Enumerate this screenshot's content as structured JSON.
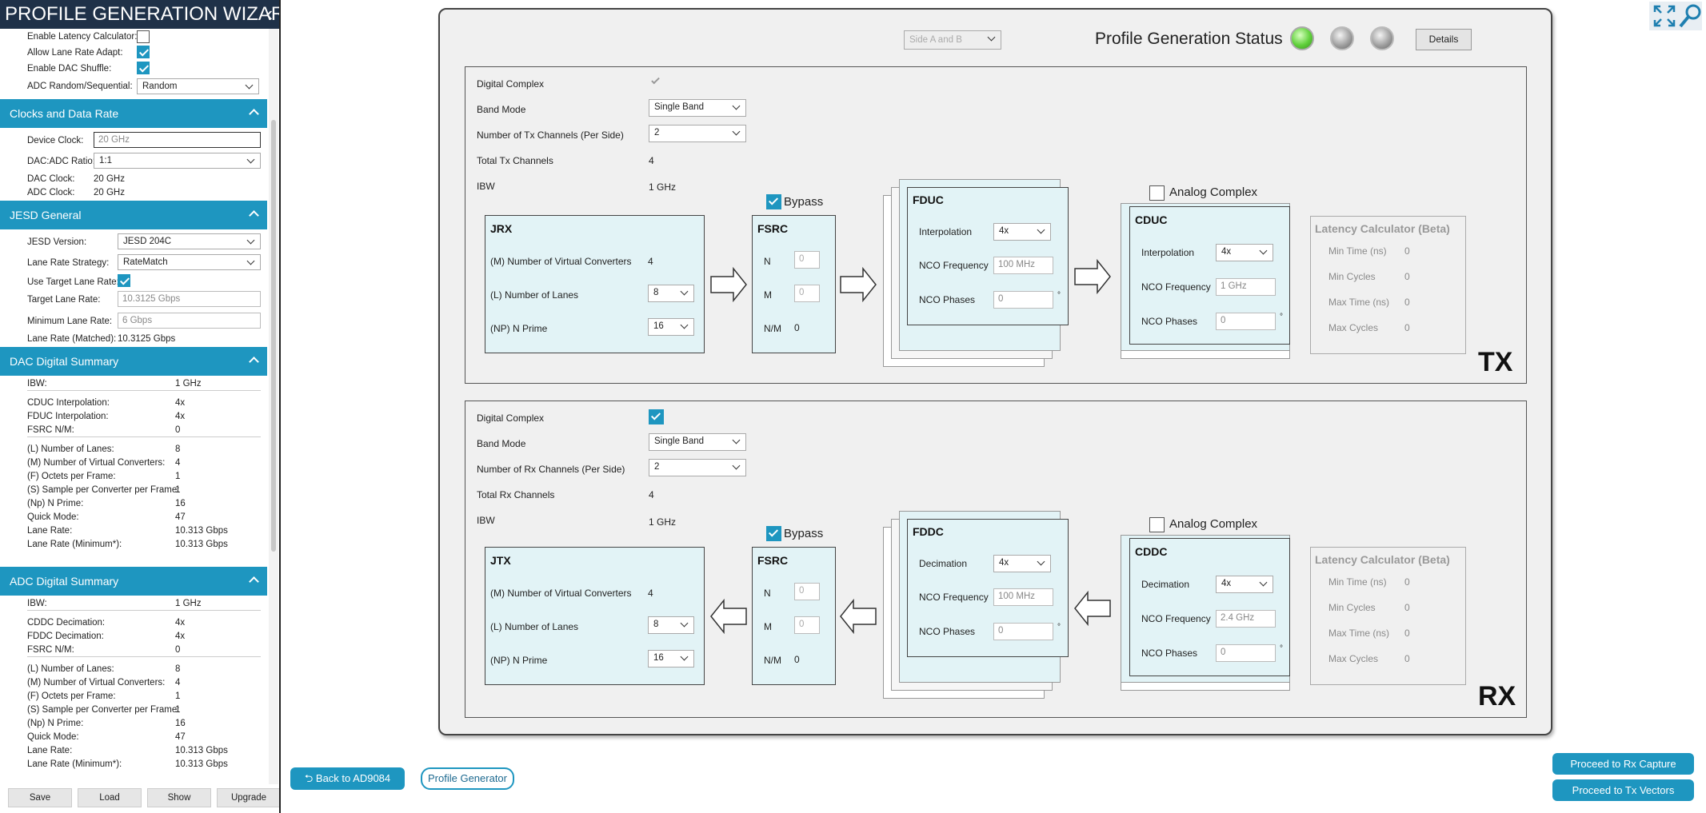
{
  "sidebar": {
    "title": "PROFILE GENERATION WIZARD",
    "top": {
      "enable_latency": "Enable Latency Calculator:",
      "allow_lane": "Allow Lane Rate Adapt:",
      "enable_dac_shuffle": "Enable DAC Shuffle:",
      "adc_random_label": "ADC Random/Sequential:",
      "adc_random_value": "Random"
    },
    "clocks": {
      "header": "Clocks and Data Rate",
      "device_clock_label": "Device Clock:",
      "device_clock_value": "20 GHz",
      "ratio_label": "DAC:ADC Ratio:",
      "ratio_value": "1:1",
      "dac_clock_label": "DAC Clock:",
      "dac_clock_value": "20 GHz",
      "adc_clock_label": "ADC Clock:",
      "adc_clock_value": "20 GHz"
    },
    "jesd": {
      "header": "JESD General",
      "version_label": "JESD Version:",
      "version_value": "JESD 204C",
      "strategy_label": "Lane Rate Strategy:",
      "strategy_value": "RateMatch",
      "use_target_label": "Use Target Lane Rate:",
      "target_label": "Target Lane Rate:",
      "target_value": "10.3125 Gbps",
      "min_label": "Minimum Lane Rate:",
      "min_value": "6 Gbps",
      "matched_label": "Lane Rate (Matched):",
      "matched_value": "10.3125 Gbps"
    },
    "dac": {
      "header": "DAC Digital Summary",
      "rows": [
        [
          "IBW:",
          "1 GHz"
        ],
        [
          "CDUC Interpolation:",
          "4x"
        ],
        [
          "FDUC Interpolation:",
          "4x"
        ],
        [
          "FSRC N/M:",
          "0"
        ],
        [
          "(L) Number of Lanes:",
          "8"
        ],
        [
          "(M) Number of Virtual Converters:",
          "4"
        ],
        [
          "(F) Octets per Frame:",
          "1"
        ],
        [
          "(S) Sample per Converter per Frame:",
          "1"
        ],
        [
          "(Np) N Prime:",
          "16"
        ],
        [
          "Quick Mode:",
          "47"
        ],
        [
          "Lane Rate:",
          "10.313 Gbps"
        ],
        [
          "Lane Rate (Minimum*):",
          "10.313 Gbps"
        ]
      ]
    },
    "adc": {
      "header": "ADC Digital Summary",
      "rows": [
        [
          "IBW:",
          "1 GHz"
        ],
        [
          "CDDC Decimation:",
          "4x"
        ],
        [
          "FDDC Decimation:",
          "4x"
        ],
        [
          "FSRC N/M:",
          "0"
        ],
        [
          "(L) Number of Lanes:",
          "8"
        ],
        [
          "(M) Number of Virtual Converters:",
          "4"
        ],
        [
          "(F) Octets per Frame:",
          "1"
        ],
        [
          "(S) Sample per Converter per Frame:",
          "1"
        ],
        [
          "(Np) N Prime:",
          "16"
        ],
        [
          "Quick Mode:",
          "47"
        ],
        [
          "Lane Rate:",
          "10.313 Gbps"
        ],
        [
          "Lane Rate (Minimum*):",
          "10.313 Gbps"
        ]
      ]
    },
    "buttons": [
      "Save",
      "Load",
      "Show",
      "Upgrade"
    ]
  },
  "header": {
    "side_select": "Side A and B",
    "status_label": "Profile Generation Status",
    "details": "Details"
  },
  "tx": {
    "digital_complex": "Digital Complex",
    "band_mode_label": "Band Mode",
    "band_mode_value": "Single Band",
    "channels_label": "Number of Tx Channels (Per Side)",
    "channels_value": "2",
    "total_label": "Total Tx Channels",
    "total_value": "4",
    "ibw_label": "IBW",
    "ibw_value": "1 GHz",
    "bypass": "Bypass",
    "analog_complex": "Analog Complex",
    "jrx": {
      "title": "JRX",
      "m_label": "(M) Number of Virtual Converters",
      "m_value": "4",
      "l_label": "(L) Number of Lanes",
      "l_value": "8",
      "np_label": "(NP) N Prime",
      "np_value": "16"
    },
    "fsrc": {
      "title": "FSRC",
      "n": "N",
      "m": "M",
      "nm": "N/M",
      "n_val": "0",
      "m_val": "0",
      "nm_val": "0"
    },
    "fduc": {
      "title": "FDUC",
      "interp_label": "Interpolation",
      "interp_value": "4x",
      "nco_freq_label": "NCO Frequency",
      "nco_freq_value": "100 MHz",
      "nco_phase_label": "NCO Phases",
      "nco_phase_value": "0"
    },
    "cduc": {
      "title": "CDUC",
      "interp_label": "Interpolation",
      "interp_value": "4x",
      "nco_freq_label": "NCO Frequency",
      "nco_freq_value": "1 GHz",
      "nco_phase_label": "NCO Phases",
      "nco_phase_value": "0"
    },
    "latency": {
      "title": "Latency Calculator (Beta)",
      "rows": [
        [
          "Min Time (ns)",
          "0"
        ],
        [
          "Min Cycles",
          "0"
        ],
        [
          "Max Time (ns)",
          "0"
        ],
        [
          "Max Cycles",
          "0"
        ]
      ]
    },
    "tag": "TX"
  },
  "rx": {
    "digital_complex": "Digital Complex",
    "band_mode_label": "Band Mode",
    "band_mode_value": "Single Band",
    "channels_label": "Number of Rx Channels (Per Side)",
    "channels_value": "2",
    "total_label": "Total Rx Channels",
    "total_value": "4",
    "ibw_label": "IBW",
    "ibw_value": "1 GHz",
    "bypass": "Bypass",
    "analog_complex": "Analog Complex",
    "jtx": {
      "title": "JTX",
      "m_label": "(M) Number of Virtual Converters",
      "m_value": "4",
      "l_label": "(L) Number of Lanes",
      "l_value": "8",
      "np_label": "(NP) N Prime",
      "np_value": "16"
    },
    "fsrc": {
      "title": "FSRC",
      "n": "N",
      "m": "M",
      "nm": "N/M",
      "n_val": "0",
      "m_val": "0",
      "nm_val": "0"
    },
    "fddc": {
      "title": "FDDC",
      "dec_label": "Decimation",
      "dec_value": "4x",
      "nco_freq_label": "NCO Frequency",
      "nco_freq_value": "100 MHz",
      "nco_phase_label": "NCO Phases",
      "nco_phase_value": "0"
    },
    "cddc": {
      "title": "CDDC",
      "dec_label": "Decimation",
      "dec_value": "4x",
      "nco_freq_label": "NCO Frequency",
      "nco_freq_value": "2.4 GHz",
      "nco_phase_label": "NCO Phases",
      "nco_phase_value": "0"
    },
    "latency": {
      "title": "Latency Calculator (Beta)",
      "rows": [
        [
          "Min Time (ns)",
          "0"
        ],
        [
          "Min Cycles",
          "0"
        ],
        [
          "Max Time (ns)",
          "0"
        ],
        [
          "Max Cycles",
          "0"
        ]
      ]
    },
    "tag": "RX"
  },
  "footer": {
    "back": "Back to  AD9084",
    "profile_gen": "Profile Generator",
    "proceed_rx": "Proceed to Rx Capture",
    "proceed_tx": "Proceed to Tx Vectors"
  },
  "icons": {
    "expand": "expand-icon",
    "zoom": "zoom-icon"
  },
  "colors": {
    "accent": "#1e96c0",
    "title_bar": "#1f3148",
    "block_fill": "#e2f3f6",
    "led_green": "#5fd03a",
    "led_off": "#9a9a9a"
  }
}
